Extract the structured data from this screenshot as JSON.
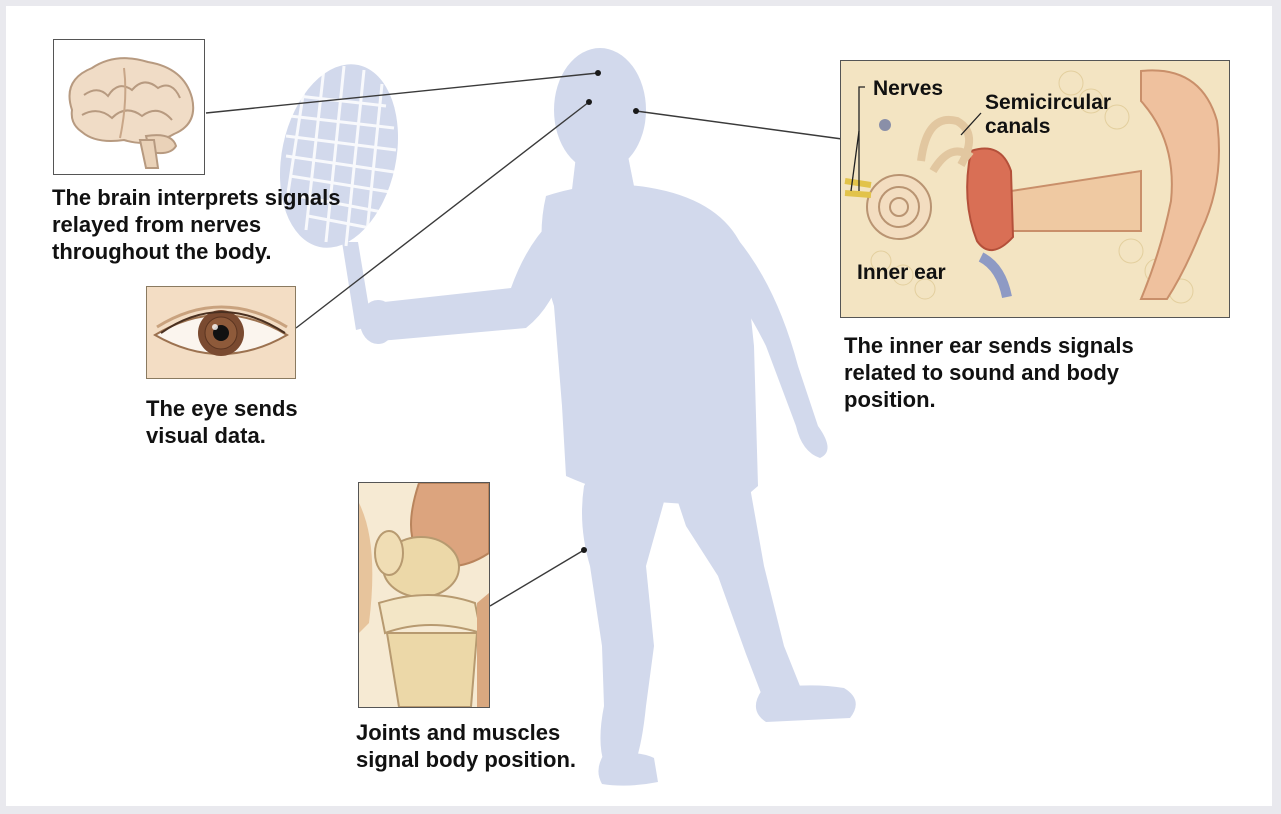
{
  "captions": {
    "brain": "The brain interprets signals\nrelayed from nerves\nthroughout the body.",
    "eye": "The eye sends\nvisual data.",
    "ear": "The inner ear sends signals\nrelated to sound and body\nposition.",
    "joint": "Joints and muscles\nsignal body position."
  },
  "ear_labels": {
    "nerves": "Nerves",
    "semicircular": "Semicircular\ncanals",
    "inner_ear": "Inner ear"
  },
  "colors": {
    "silhouette": "#d2d9ec",
    "line": "#3a3a3a",
    "bone": "#ecd8a8",
    "muscle": "#d9a880",
    "skin": "#efc9a2",
    "iris": "#7a4a30"
  }
}
